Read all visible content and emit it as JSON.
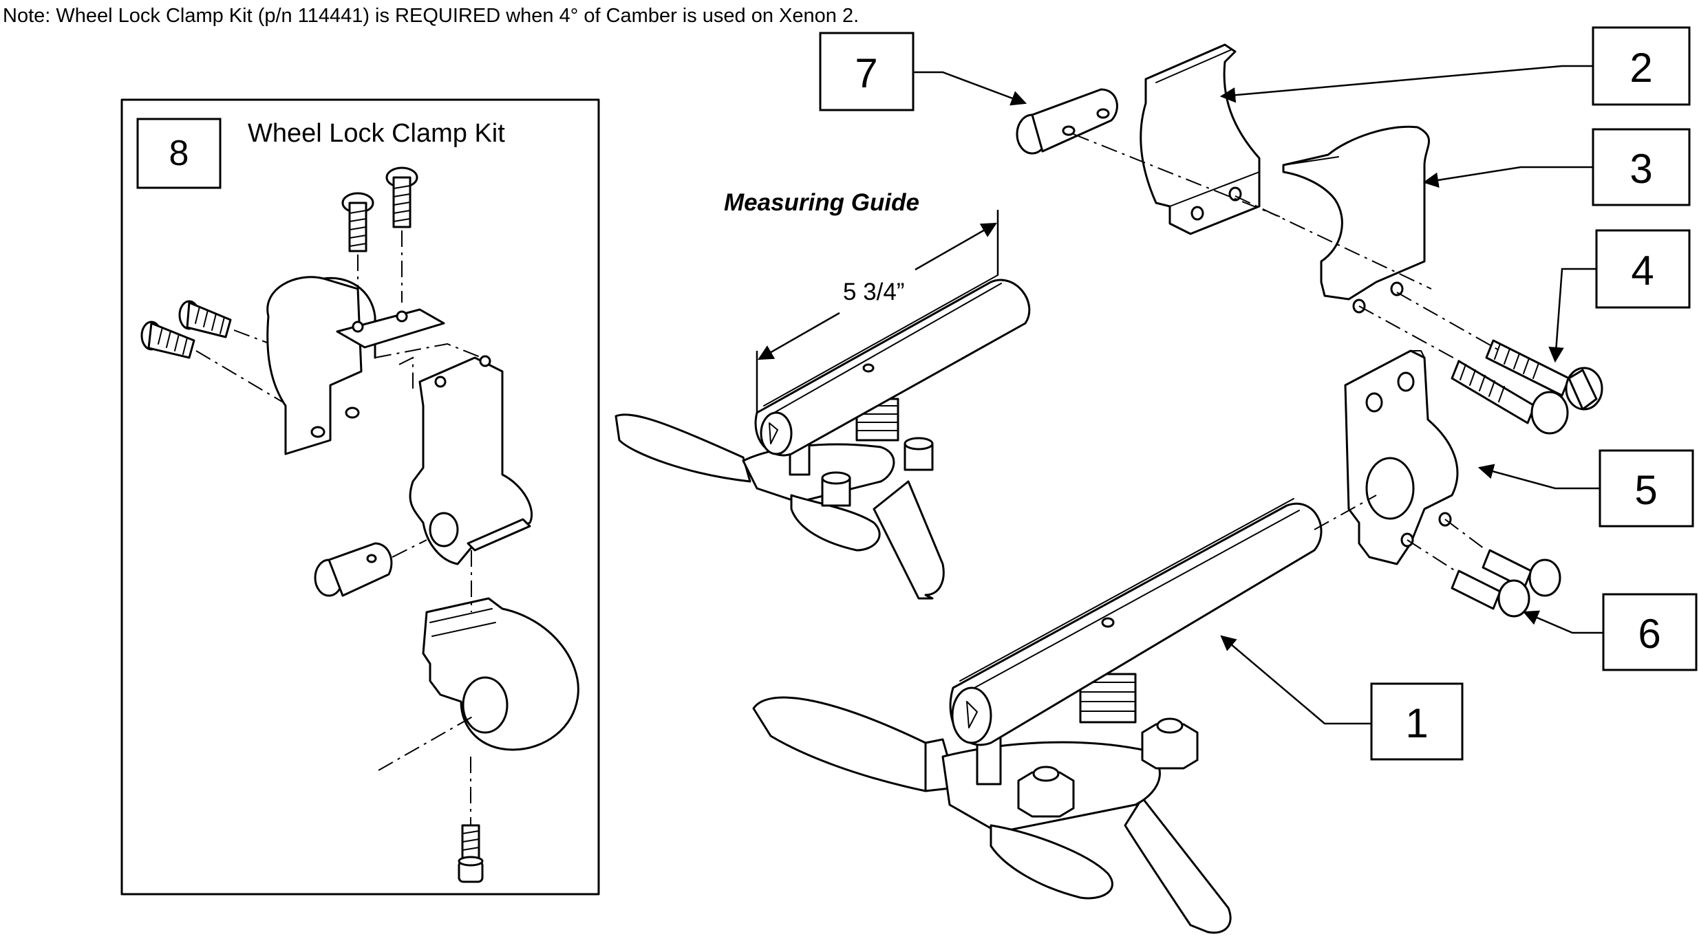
{
  "note": "Note: Wheel Lock Clamp Kit (p/n 114441) is REQUIRED when 4° of Camber is used on Xenon 2.",
  "kit_panel": {
    "number": "8",
    "title": "Wheel Lock Clamp Kit"
  },
  "measuring_guide": {
    "title": "Measuring Guide",
    "dimension": "5 3/4”"
  },
  "callouts": {
    "c1": "1",
    "c2": "2",
    "c3": "3",
    "c4": "4",
    "c5": "5",
    "c6": "6",
    "c7": "7"
  }
}
